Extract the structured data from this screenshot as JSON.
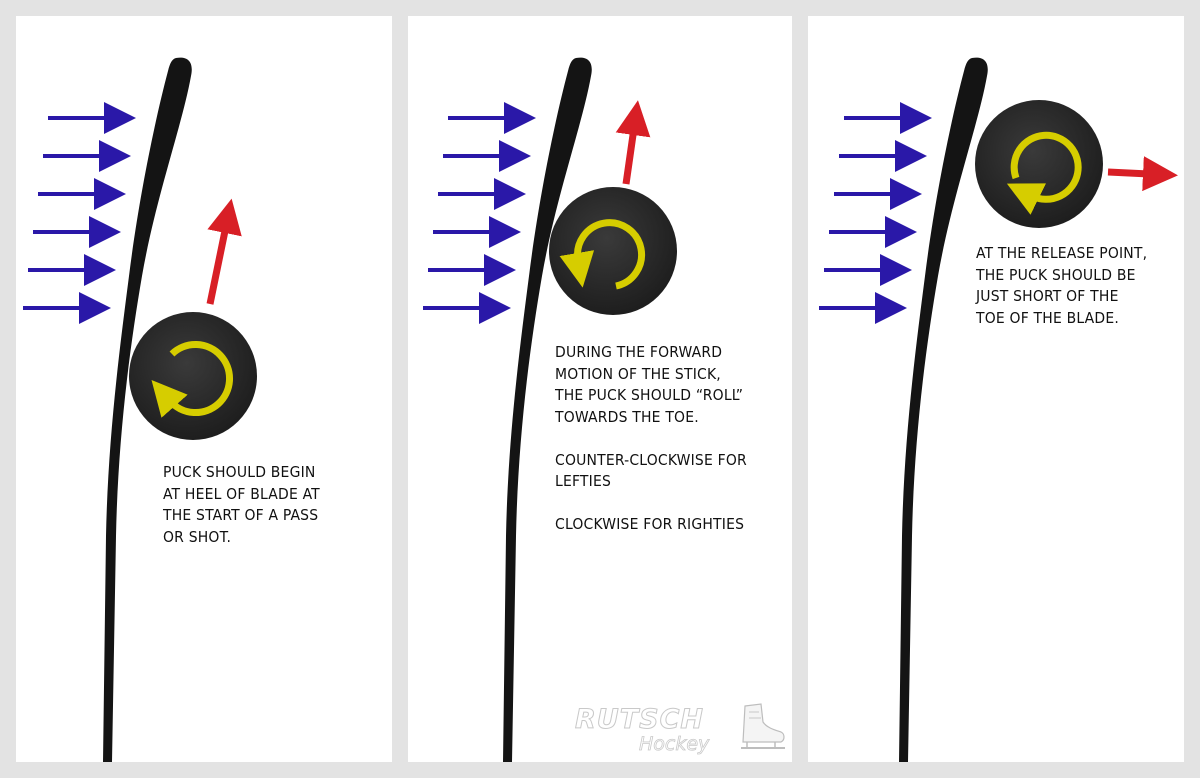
{
  "panels": [
    {
      "caption": [
        "PUCK SHOULD BEGIN",
        "AT HEEL OF BLADE AT",
        "THE START OF A PASS",
        "OR SHOT."
      ]
    },
    {
      "caption": [
        "DURING THE FORWARD",
        "MOTION OF THE STICK,",
        "THE PUCK SHOULD “ROLL”",
        "TOWARDS THE TOE.",
        "",
        "COUNTER-CLOCKWISE FOR",
        "LEFTIES",
        "",
        "CLOCKWISE FOR RIGHTIES"
      ]
    },
    {
      "caption": [
        "AT THE RELEASE POINT,",
        "THE PUCK SHOULD BE",
        "JUST SHORT OF THE",
        "TOE OF THE BLADE."
      ]
    }
  ],
  "logo": {
    "name": "RUTSCH",
    "sub": "Hockey",
    "icon": "skate-icon"
  },
  "colors": {
    "force_arrows": "#2a18a8",
    "direction_arrow": "#d81f26",
    "spin_arrow": "#d6cd00",
    "puck": "#2b2b2b",
    "stick": "#141414"
  }
}
